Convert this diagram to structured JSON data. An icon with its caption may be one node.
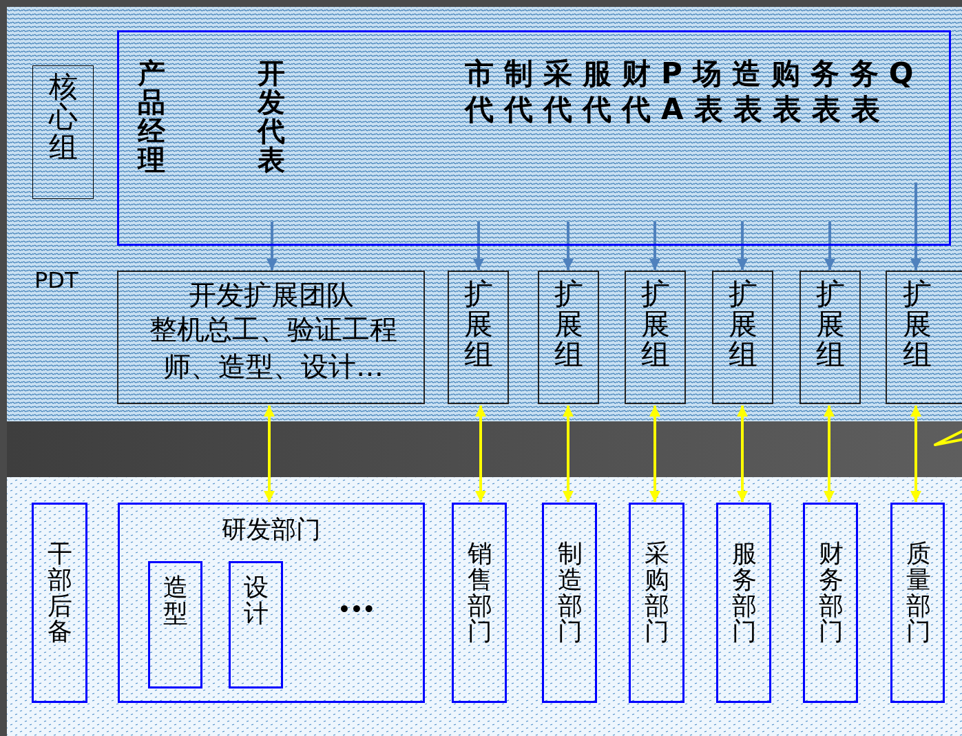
{
  "diagram": {
    "nodes": [
      {
        "text": [
          "核心组"
        ]
      },
      {
        "text": [
          "产品经理",
          "开发代表",
          "市制采服财P场造购务务Q代代代代代A表表表表表"
        ]
      },
      {
        "text": [
          "开发扩展团队",
          "整机总工、验证工程师、造型、设计…"
        ]
      },
      {
        "text": [
          "扩展组"
        ]
      },
      {
        "text": [
          "扩展组"
        ]
      },
      {
        "text": [
          "扩展组"
        ]
      },
      {
        "text": [
          "扩展组"
        ]
      },
      {
        "text": [
          "扩展组"
        ]
      },
      {
        "text": [
          "扩展组"
        ]
      },
      {
        "text": [
          "干部后备"
        ]
      },
      {
        "text": [
          "研发部门"
        ]
      },
      {
        "text": [
          "造型"
        ],
        "in": 10
      },
      {
        "text": [
          "设计"
        ],
        "in": 10
      },
      {
        "text": [
          "销售部门"
        ]
      },
      {
        "text": [
          "制造部门"
        ]
      },
      {
        "text": [
          "采购部门"
        ]
      },
      {
        "text": [
          "服务部门"
        ]
      },
      {
        "text": [
          "财务部门"
        ]
      },
      {
        "text": [
          "质量部门"
        ]
      }
    ],
    "edges": [
      {
        "from": 1,
        "to": 2,
        "arrow": "to",
        "color": "#4f81bd"
      },
      {
        "from": 1,
        "to": 3,
        "arrow": "to",
        "color": "#4f81bd"
      },
      {
        "from": 1,
        "to": 4,
        "arrow": "to",
        "color": "#4f81bd"
      },
      {
        "from": 1,
        "to": 5,
        "arrow": "to",
        "color": "#4f81bd"
      },
      {
        "from": 1,
        "to": 6,
        "arrow": "to",
        "color": "#4f81bd"
      },
      {
        "from": 1,
        "to": 7,
        "arrow": "to",
        "color": "#4f81bd"
      },
      {
        "from": 1,
        "to": 8,
        "arrow": "to",
        "color": "#4f81bd"
      },
      {
        "from": 2,
        "to": 10,
        "arrow": "both",
        "color": "#ffff00"
      },
      {
        "from": 3,
        "to": 13,
        "arrow": "both",
        "color": "#ffff00"
      },
      {
        "from": 4,
        "to": 14,
        "arrow": "both",
        "color": "#ffff00"
      },
      {
        "from": 5,
        "to": 15,
        "arrow": "both",
        "color": "#ffff00"
      },
      {
        "from": 6,
        "to": 16,
        "arrow": "both",
        "color": "#ffff00"
      },
      {
        "from": 7,
        "to": 17,
        "arrow": "both",
        "color": "#ffff00"
      },
      {
        "from": 8,
        "to": 18,
        "arrow": "both",
        "color": "#ffff00"
      }
    ],
    "labels": [
      "PDT",
      "•••"
    ]
  }
}
